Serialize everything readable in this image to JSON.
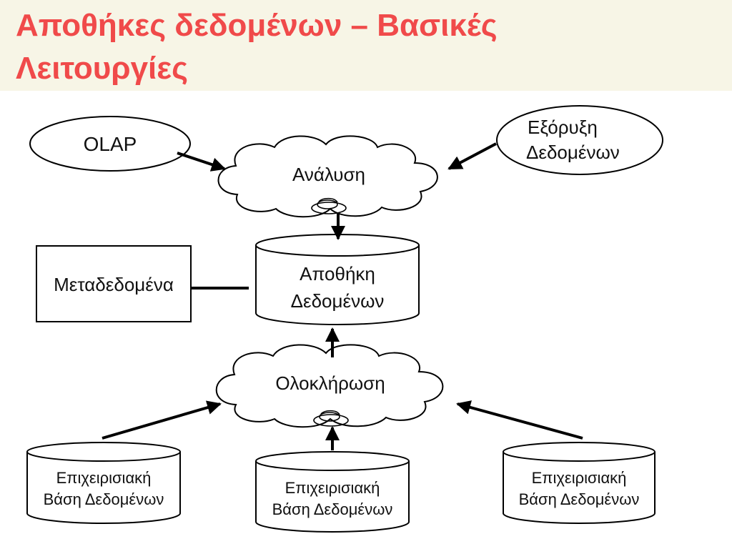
{
  "title": {
    "line1": "Αποθήκες δεδομένων – Βασικές",
    "line2": "Λειτουργίες"
  },
  "colors": {
    "title": "#f04a4a",
    "title_band": "#f7f5e6",
    "stroke": "#000000"
  },
  "diagram": {
    "olap": "OLAP",
    "mining_line1": "Εξόρυξη",
    "mining_line2": "Δεδομένων",
    "analysis": "Ανάλυση",
    "metadata": "Μεταδεδομένα",
    "warehouse_line1": "Αποθήκη",
    "warehouse_line2": "Δεδομένων",
    "integration": "Ολοκλήρωση",
    "db_left_line1": "Επιχειρισιακή",
    "db_left_line2": "Βάση Δεδομένων",
    "db_center_line1": "Επιχειρισιακή",
    "db_center_line2": "Βάση Δεδομένων",
    "db_right_line1": "Επιχειρισιακή",
    "db_right_line2": "Βάση Δεδομένων"
  }
}
